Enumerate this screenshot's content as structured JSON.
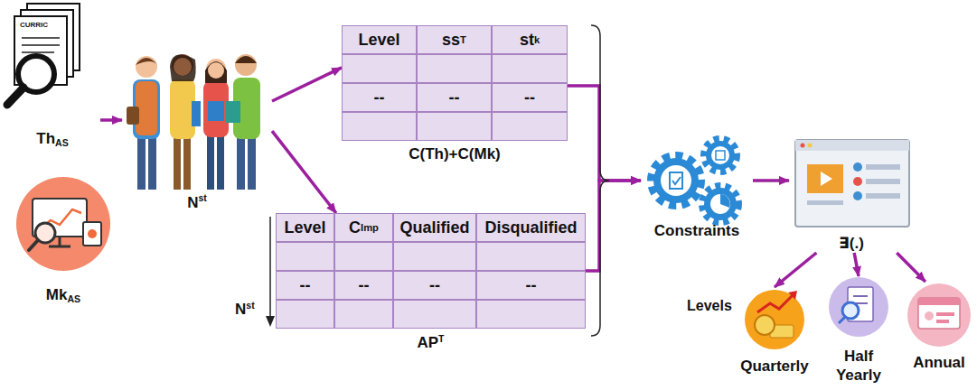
{
  "diagram": {
    "nodes": [
      {
        "text": [
          "Th",
          "AS"
        ]
      },
      {
        "text": [
          "Mk",
          "AS"
        ]
      },
      {
        "text": [
          "N",
          "st"
        ]
      },
      {
        "text": [
          "Level",
          "ss",
          "T",
          "st",
          "k",
          "--",
          "--",
          "--",
          "C(Th)+C(Mk)"
        ]
      },
      {
        "text": [
          "Level",
          "C",
          "Imp",
          "Qualified",
          "Disqualified",
          "--",
          "--",
          "--",
          "--",
          "AP",
          "T"
        ]
      },
      {
        "text": [
          "Constraints"
        ]
      },
      {
        "text": [
          "∃(.)"
        ]
      },
      {
        "text": [
          "Quarterly"
        ]
      },
      {
        "text": [
          "Half Yearly"
        ]
      },
      {
        "text": [
          "Annual"
        ]
      }
    ],
    "edges": [
      {
        "from": 0,
        "to": 2,
        "arrow": "to"
      },
      {
        "from": 2,
        "to": 3,
        "arrow": "to"
      },
      {
        "from": 2,
        "to": 4,
        "arrow": "to"
      },
      {
        "from": 3,
        "to": 5,
        "arrow": "to"
      },
      {
        "from": 4,
        "to": 5,
        "arrow": "to"
      },
      {
        "from": 5,
        "to": 6,
        "arrow": "to"
      },
      {
        "from": 6,
        "to": 7,
        "arrow": "to"
      },
      {
        "from": 6,
        "to": 8,
        "arrow": "to"
      },
      {
        "from": 6,
        "to": 9,
        "arrow": "to"
      }
    ],
    "labels": [
      "CURRIC",
      "N",
      "st",
      "Levels"
    ]
  }
}
